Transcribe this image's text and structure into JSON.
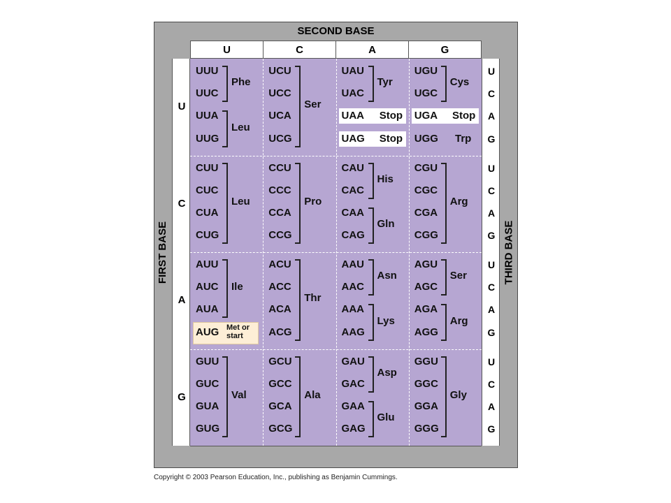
{
  "titles": {
    "second_base": "SECOND BASE",
    "first_base": "FIRST BASE",
    "third_base": "THIRD BASE"
  },
  "second_bases": [
    "U",
    "C",
    "A",
    "G"
  ],
  "first_bases": [
    "U",
    "C",
    "A",
    "G"
  ],
  "third_bases": [
    "U",
    "C",
    "A",
    "G"
  ],
  "blocks": [
    [
      {
        "codons": [
          "UUU",
          "UUC",
          "UUA",
          "UUG"
        ],
        "groups": [
          {
            "aa": "Phe",
            "rows": [
              0,
              1
            ]
          },
          {
            "aa": "Leu",
            "rows": [
              2,
              3
            ]
          }
        ]
      },
      {
        "codons": [
          "UCU",
          "UCC",
          "UCA",
          "UCG"
        ],
        "groups": [
          {
            "aa": "Ser",
            "rows": [
              0,
              3
            ]
          }
        ]
      },
      {
        "codons": [
          "UAU",
          "UAC",
          "UAA",
          "UAG"
        ],
        "groups": [
          {
            "aa": "Tyr",
            "rows": [
              0,
              1
            ]
          },
          {
            "aa": "Stop",
            "rows": [
              2,
              2
            ],
            "stop": true
          },
          {
            "aa": "Stop",
            "rows": [
              3,
              3
            ],
            "stop": true
          }
        ]
      },
      {
        "codons": [
          "UGU",
          "UGC",
          "UGA",
          "UGG"
        ],
        "groups": [
          {
            "aa": "Cys",
            "rows": [
              0,
              1
            ]
          },
          {
            "aa": "Stop",
            "rows": [
              2,
              2
            ],
            "stop": true
          },
          {
            "aa": "Trp",
            "rows": [
              3,
              3
            ],
            "single": true
          }
        ]
      }
    ],
    [
      {
        "codons": [
          "CUU",
          "CUC",
          "CUA",
          "CUG"
        ],
        "groups": [
          {
            "aa": "Leu",
            "rows": [
              0,
              3
            ]
          }
        ]
      },
      {
        "codons": [
          "CCU",
          "CCC",
          "CCA",
          "CCG"
        ],
        "groups": [
          {
            "aa": "Pro",
            "rows": [
              0,
              3
            ]
          }
        ]
      },
      {
        "codons": [
          "CAU",
          "CAC",
          "CAA",
          "CAG"
        ],
        "groups": [
          {
            "aa": "His",
            "rows": [
              0,
              1
            ]
          },
          {
            "aa": "Gln",
            "rows": [
              2,
              3
            ]
          }
        ]
      },
      {
        "codons": [
          "CGU",
          "CGC",
          "CGA",
          "CGG"
        ],
        "groups": [
          {
            "aa": "Arg",
            "rows": [
              0,
              3
            ]
          }
        ]
      }
    ],
    [
      {
        "codons": [
          "AUU",
          "AUC",
          "AUA",
          "AUG"
        ],
        "groups": [
          {
            "aa": "Ile",
            "rows": [
              0,
              2
            ]
          },
          {
            "aa": "Met or start",
            "rows": [
              3,
              3
            ],
            "met": true
          }
        ]
      },
      {
        "codons": [
          "ACU",
          "ACC",
          "ACA",
          "ACG"
        ],
        "groups": [
          {
            "aa": "Thr",
            "rows": [
              0,
              3
            ]
          }
        ]
      },
      {
        "codons": [
          "AAU",
          "AAC",
          "AAA",
          "AAG"
        ],
        "groups": [
          {
            "aa": "Asn",
            "rows": [
              0,
              1
            ]
          },
          {
            "aa": "Lys",
            "rows": [
              2,
              3
            ]
          }
        ]
      },
      {
        "codons": [
          "AGU",
          "AGC",
          "AGA",
          "AGG"
        ],
        "groups": [
          {
            "aa": "Ser",
            "rows": [
              0,
              1
            ]
          },
          {
            "aa": "Arg",
            "rows": [
              2,
              3
            ]
          }
        ]
      }
    ],
    [
      {
        "codons": [
          "GUU",
          "GUC",
          "GUA",
          "GUG"
        ],
        "groups": [
          {
            "aa": "Val",
            "rows": [
              0,
              3
            ]
          }
        ]
      },
      {
        "codons": [
          "GCU",
          "GCC",
          "GCA",
          "GCG"
        ],
        "groups": [
          {
            "aa": "Ala",
            "rows": [
              0,
              3
            ]
          }
        ]
      },
      {
        "codons": [
          "GAU",
          "GAC",
          "GAA",
          "GAG"
        ],
        "groups": [
          {
            "aa": "Asp",
            "rows": [
              0,
              1
            ]
          },
          {
            "aa": "Glu",
            "rows": [
              2,
              3
            ]
          }
        ]
      },
      {
        "codons": [
          "GGU",
          "GGC",
          "GGA",
          "GGG"
        ],
        "groups": [
          {
            "aa": "Gly",
            "rows": [
              0,
              3
            ]
          }
        ]
      }
    ]
  ],
  "colors": {
    "cell_fill": "#b6a6d2",
    "frame_gray": "#a8a8a8",
    "stop_fill": "#ffffff",
    "start_fill": "#fdeed6"
  },
  "copyright": "Copyright © 2003 Pearson Education, Inc., publishing as Benjamin Cummings."
}
